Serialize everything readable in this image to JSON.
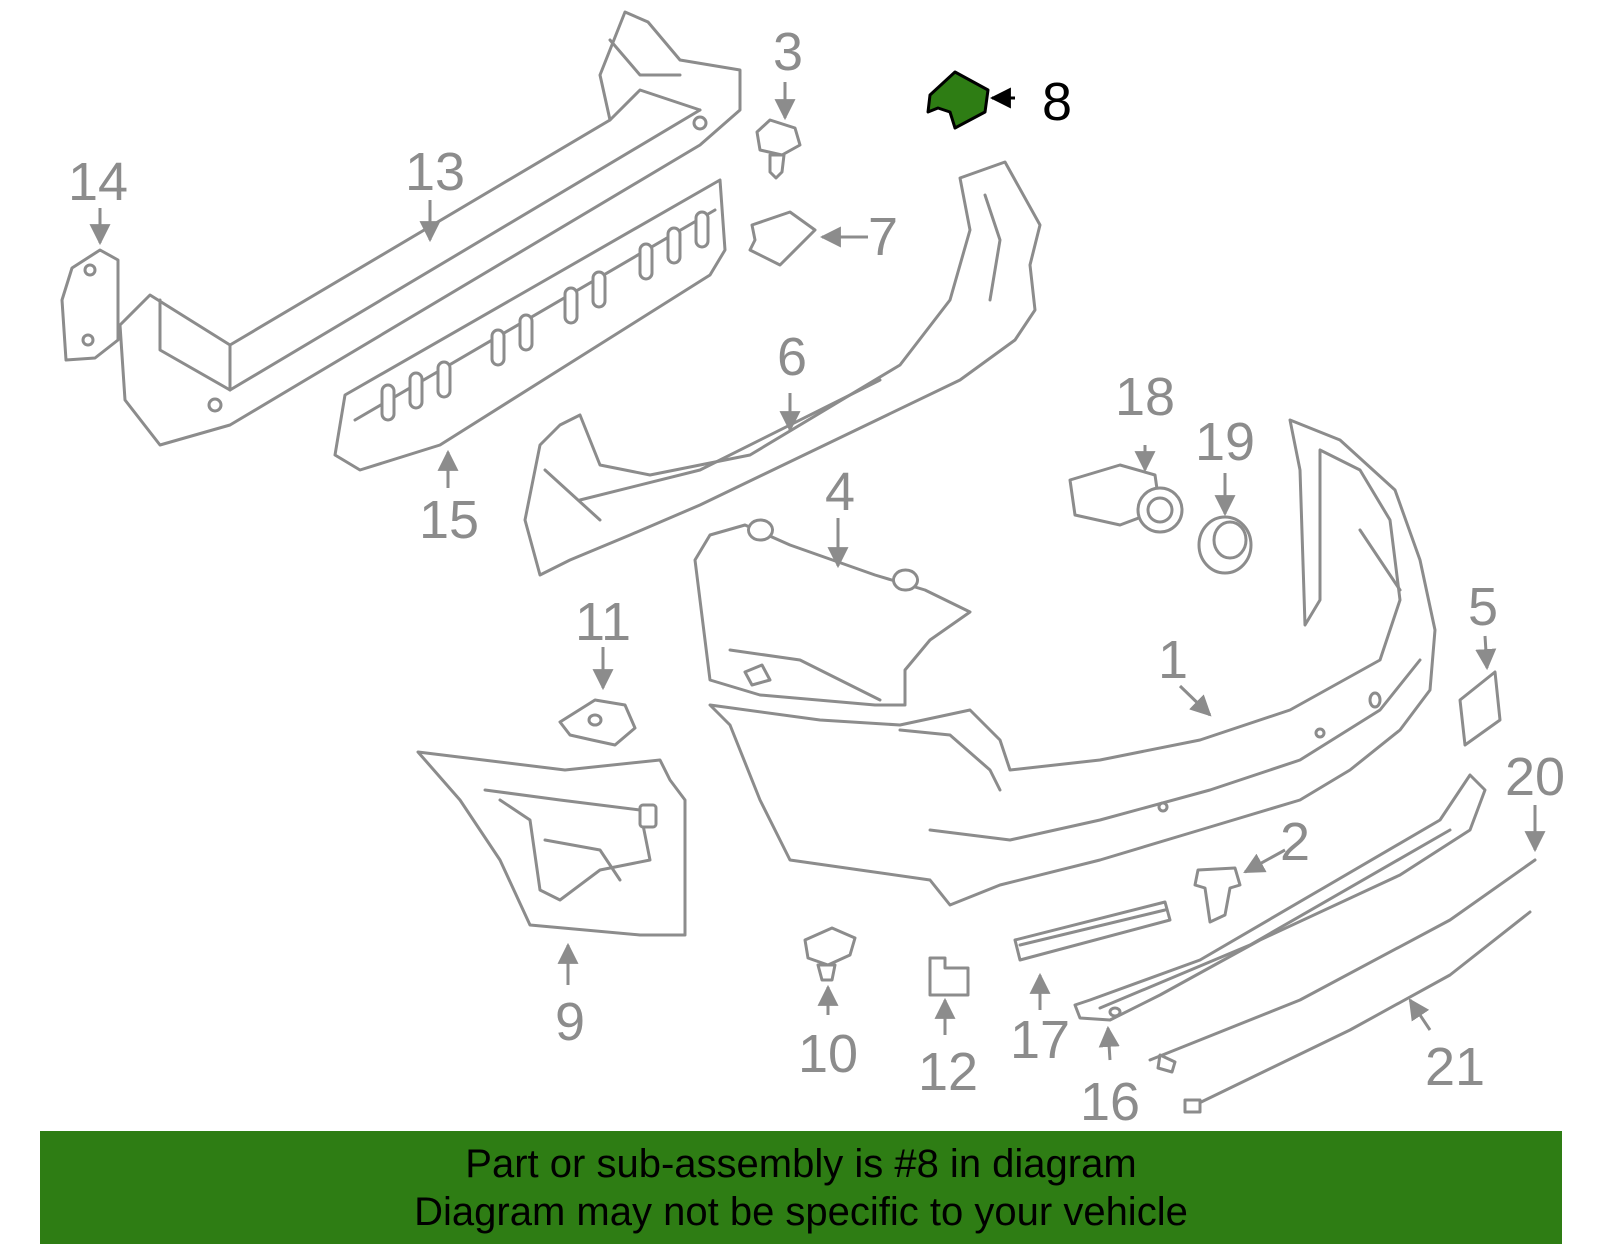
{
  "diagram": {
    "highlight_color": "#2e7d14",
    "line_color": "#8c8c8c",
    "highlighted_part": "8",
    "callouts": [
      "1",
      "2",
      "3",
      "4",
      "5",
      "6",
      "7",
      "8",
      "9",
      "10",
      "11",
      "12",
      "13",
      "14",
      "15",
      "16",
      "17",
      "18",
      "19",
      "20",
      "21"
    ]
  },
  "banner": {
    "background": "#2e7d14",
    "line1": "Part or sub-assembly is #8 in diagram",
    "line2": "Diagram may not be specific to your vehicle"
  }
}
